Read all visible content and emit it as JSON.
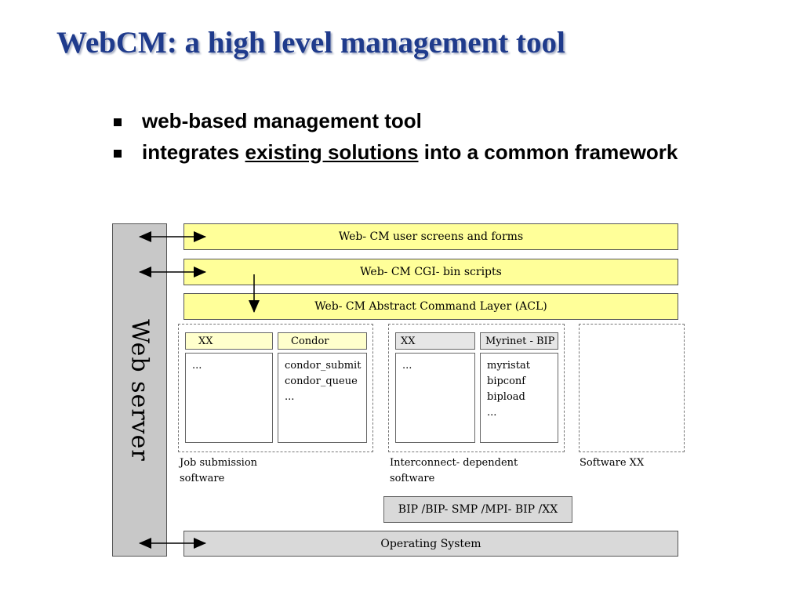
{
  "title": "WebCM: a high level management tool",
  "bullets": {
    "b1": "web-based management tool",
    "b2_pre": "integrates ",
    "b2_link": "existing solutions",
    "b2_post": " into a common framework"
  },
  "diagram": {
    "web_server": "Web server",
    "layers": {
      "screens": "Web- CM  user screens and forms",
      "cgi": "Web- CM CGI- bin scripts",
      "acl": "Web- CM Abstract Command Layer (ACL)"
    },
    "job": {
      "col1_header": "XX",
      "col1_items": [
        "..."
      ],
      "col2_header": "Condor",
      "col2_items": [
        "condor_submit",
        "condor_queue",
        "..."
      ],
      "caption_line1": "Job submission",
      "caption_line2": "software"
    },
    "interconnect": {
      "col1_header": "XX",
      "col1_items": [
        "..."
      ],
      "col2_header": "Myrinet - BIP",
      "col2_items": [
        "myristat",
        "bipconf",
        "bipload",
        "..."
      ],
      "caption_line1": "Interconnect- dependent",
      "caption_line2": "software"
    },
    "software_xx": "Software XX",
    "bip_layer": "BIP /BIP- SMP /MPI- BIP /XX",
    "os": "Operating System"
  }
}
